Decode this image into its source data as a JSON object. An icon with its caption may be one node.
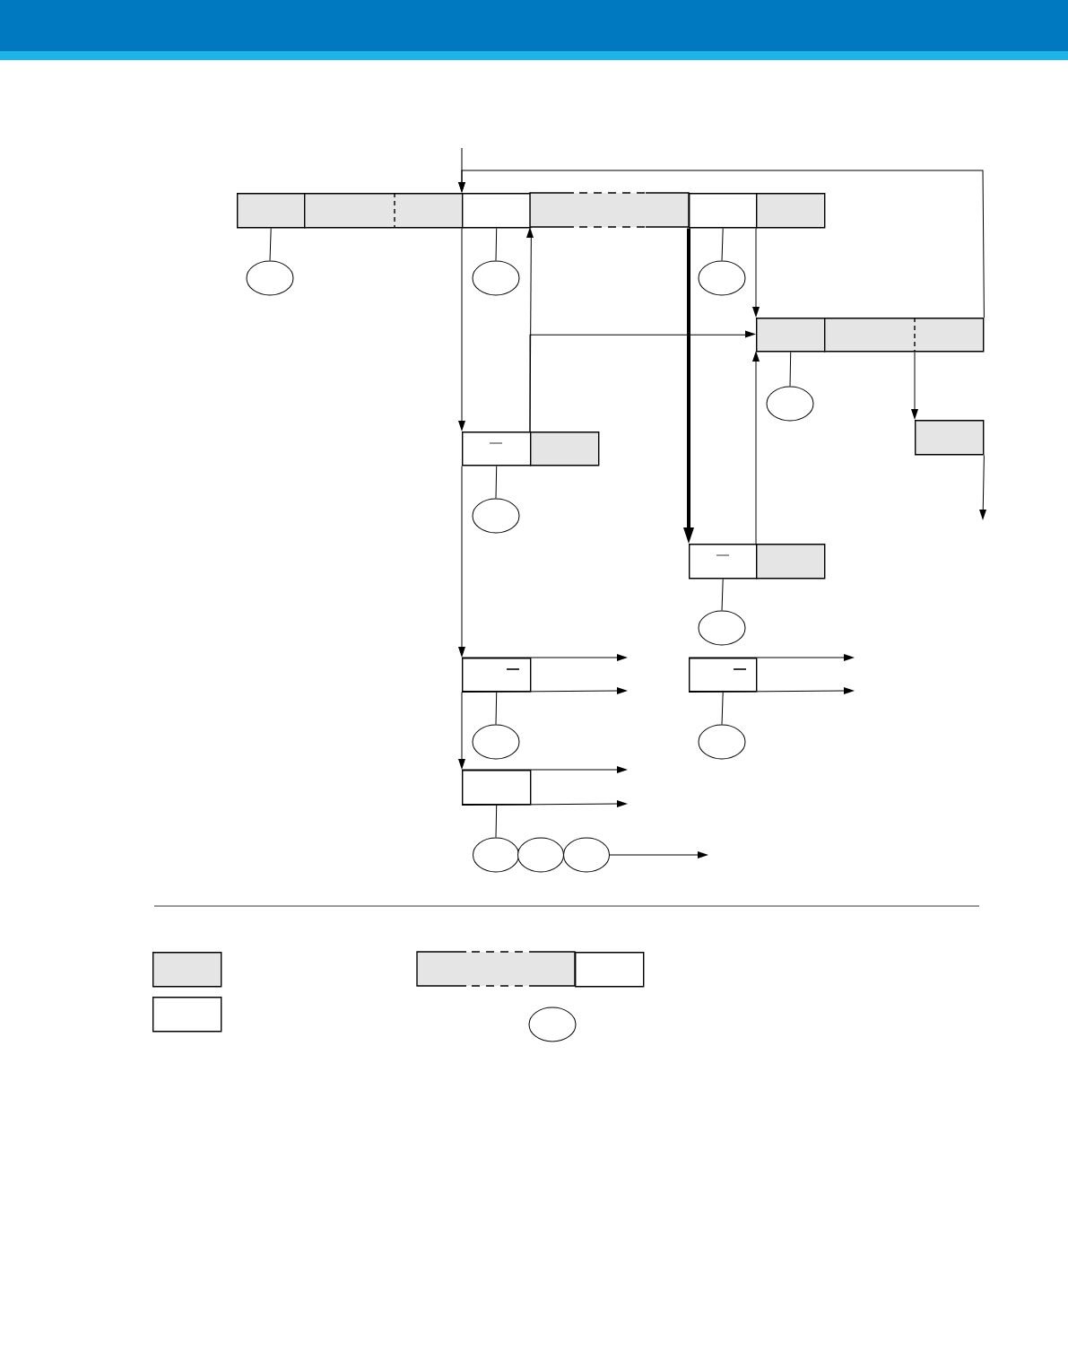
{
  "diagram": {
    "nodes": [
      {
        "text": [],
        "shape": "box"
      },
      {
        "text": [],
        "shape": "box"
      },
      {
        "text": [],
        "shape": "box"
      },
      {
        "text": [],
        "shape": "box"
      },
      {
        "text": [],
        "shape": "box"
      },
      {
        "text": [],
        "shape": "box"
      },
      {
        "text": [],
        "shape": "circle"
      },
      {
        "text": [],
        "shape": "circle"
      },
      {
        "text": [],
        "shape": "circle"
      },
      {
        "text": [],
        "shape": "box"
      },
      {
        "text": [],
        "shape": "box"
      },
      {
        "text": [],
        "shape": "circle"
      },
      {
        "text": [],
        "shape": "box"
      },
      {
        "text": [],
        "shape": "box"
      },
      {
        "text": [],
        "shape": "box"
      },
      {
        "text": [],
        "shape": "circle"
      },
      {
        "text": [],
        "shape": "box"
      },
      {
        "text": [],
        "shape": "box"
      },
      {
        "text": [],
        "shape": "circle"
      },
      {
        "text": [],
        "shape": "box"
      },
      {
        "text": [],
        "shape": "circle"
      },
      {
        "text": [],
        "shape": "box"
      },
      {
        "text": [],
        "shape": "circle"
      },
      {
        "text": [],
        "shape": "box"
      },
      {
        "text": [],
        "shape": "circle"
      },
      {
        "text": [],
        "shape": "circle"
      },
      {
        "text": [],
        "shape": "circle"
      },
      {
        "text": [],
        "shape": "box"
      },
      {
        "text": [],
        "shape": "box"
      },
      {
        "text": [],
        "shape": "box"
      },
      {
        "text": [],
        "shape": "box"
      },
      {
        "text": [],
        "shape": "circle"
      }
    ],
    "edges": [
      {
        "from": null,
        "to": 2,
        "arrow": "to"
      },
      {
        "from": 10,
        "to": 2,
        "arrow": "to"
      },
      {
        "from": 0,
        "to": 6,
        "arrow": "none"
      },
      {
        "from": 2,
        "to": 7,
        "arrow": "none"
      },
      {
        "from": 4,
        "to": 8,
        "arrow": "none"
      },
      {
        "from": 2,
        "to": 13,
        "arrow": "to"
      },
      {
        "from": 14,
        "to": 2,
        "arrow": "to"
      },
      {
        "from": 14,
        "to": 9,
        "arrow": "to"
      },
      {
        "from": 5,
        "to": 9,
        "arrow": "to"
      },
      {
        "from": 4,
        "to": 16,
        "arrow": "to",
        "style": "thick"
      },
      {
        "from": 17,
        "to": 9,
        "arrow": "to"
      },
      {
        "from": 9,
        "to": 11,
        "arrow": "none"
      },
      {
        "from": 10,
        "to": 12,
        "arrow": "to"
      },
      {
        "from": 12,
        "to": null,
        "arrow": "to"
      },
      {
        "from": 13,
        "to": 15,
        "arrow": "none"
      },
      {
        "from": 16,
        "to": 18,
        "arrow": "none"
      },
      {
        "from": 13,
        "to": 19,
        "arrow": "to"
      },
      {
        "from": 19,
        "to": 23,
        "arrow": "to"
      },
      {
        "from": 19,
        "to": null,
        "arrow": "to"
      },
      {
        "from": 19,
        "to": null,
        "arrow": "to"
      },
      {
        "from": 19,
        "to": 20,
        "arrow": "none"
      },
      {
        "from": 21,
        "to": null,
        "arrow": "to"
      },
      {
        "from": 21,
        "to": null,
        "arrow": "to"
      },
      {
        "from": 21,
        "to": 22,
        "arrow": "none"
      },
      {
        "from": 23,
        "to": null,
        "arrow": "to"
      },
      {
        "from": 23,
        "to": null,
        "arrow": "to"
      },
      {
        "from": 23,
        "to": 24,
        "arrow": "none"
      },
      {
        "from": 26,
        "to": null,
        "arrow": "to"
      }
    ]
  }
}
